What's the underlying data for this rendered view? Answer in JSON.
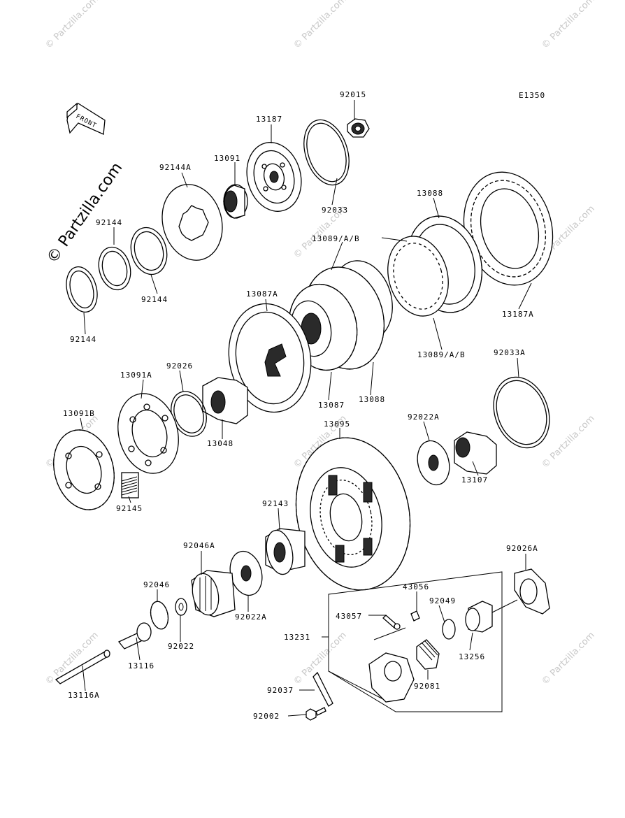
{
  "diagram": {
    "code": "E1350",
    "front_label": "FRONT",
    "brand": "© Partzilla.com",
    "watermark_text": "© Partzilla.com",
    "parts": [
      "92015",
      "13187",
      "92033",
      "92144A",
      "13091",
      "92144",
      "92144",
      "92144",
      "13088",
      "13089/A/B",
      "13087A",
      "13187A",
      "13089/A/B",
      "13087",
      "13088",
      "92033A",
      "13091A",
      "92026",
      "13091B",
      "13048",
      "13095",
      "92022A",
      "92145",
      "13107",
      "92143",
      "92046A",
      "92026A",
      "92046",
      "43056",
      "92049",
      "43057",
      "92022",
      "92022A",
      "13116",
      "13231",
      "13256",
      "92081",
      "13116A",
      "92037",
      "92002"
    ]
  }
}
